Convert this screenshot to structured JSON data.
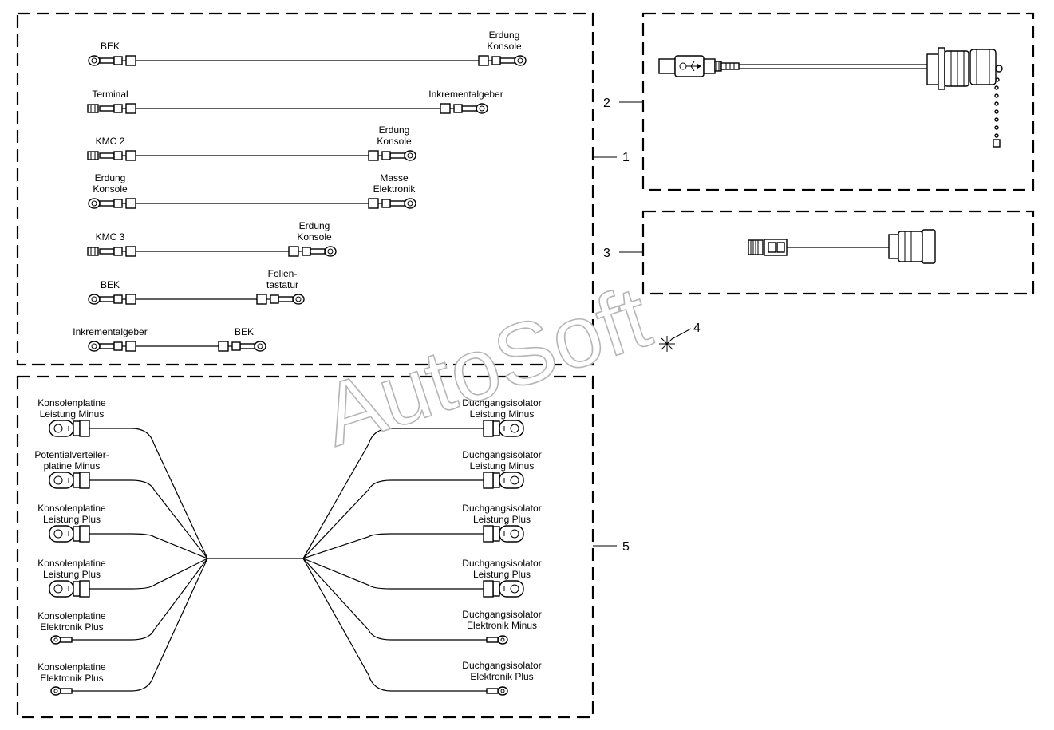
{
  "watermark": "AutoSoft",
  "callouts": [
    "1",
    "2",
    "3",
    "4",
    "5"
  ],
  "group1": {
    "cables": [
      {
        "left": [
          "BEK"
        ],
        "right": [
          "Erdung",
          "Konsole"
        ],
        "left_type": "ring",
        "right_type": "ring"
      },
      {
        "left": [
          "Terminal"
        ],
        "right": [
          "Inkrementalgeber"
        ],
        "left_type": "spade",
        "right_type": "ring"
      },
      {
        "left": [
          "KMC 2"
        ],
        "right": [
          "Erdung",
          "Konsole"
        ],
        "left_type": "spade",
        "right_type": "ring"
      },
      {
        "left": [
          "Erdung",
          "Konsole"
        ],
        "right": [
          "Masse",
          "Elektronik"
        ],
        "left_type": "ring",
        "right_type": "ring"
      },
      {
        "left": [
          "KMC 3"
        ],
        "right": [
          "Erdung",
          "Konsole"
        ],
        "left_type": "spade",
        "right_type": "ring"
      },
      {
        "left": [
          "BEK"
        ],
        "right": [
          "Folien-",
          "tastatur"
        ],
        "left_type": "ring",
        "right_type": "ring"
      },
      {
        "left": [
          "Inkrementalgeber"
        ],
        "right": [
          "BEK"
        ],
        "left_type": "ring",
        "right_type": "ring"
      }
    ]
  },
  "group5": {
    "left": [
      {
        "lines": [
          "Konsolenplatine",
          "Leistung Minus"
        ],
        "type": "big"
      },
      {
        "lines": [
          "Potentialverteiler-",
          "platine Minus"
        ],
        "type": "big"
      },
      {
        "lines": [
          "Konsolenplatine",
          "Leistung Plus"
        ],
        "type": "big"
      },
      {
        "lines": [
          "Konsolenplatine",
          "Leistung Plus"
        ],
        "type": "big"
      },
      {
        "lines": [
          "Konsolenplatine",
          "Elektronik Plus"
        ],
        "type": "small"
      },
      {
        "lines": [
          "Konsolenplatine",
          "Elektronik Plus"
        ],
        "type": "small"
      }
    ],
    "right": [
      {
        "lines": [
          "Duchgangsisolator",
          "Leistung Minus"
        ],
        "type": "big"
      },
      {
        "lines": [
          "Duchgangsisolator",
          "Leistung Minus"
        ],
        "type": "big"
      },
      {
        "lines": [
          "Duchgangsisolator",
          "Leistung Plus"
        ],
        "type": "big"
      },
      {
        "lines": [
          "Duchgangsisolator",
          "Leistung Plus"
        ],
        "type": "big"
      },
      {
        "lines": [
          "Duchgangsisolator",
          "Elektronik Minus"
        ],
        "type": "small"
      },
      {
        "lines": [
          "Duchgangsisolator",
          "Elektronik Plus"
        ],
        "type": "small"
      }
    ]
  }
}
